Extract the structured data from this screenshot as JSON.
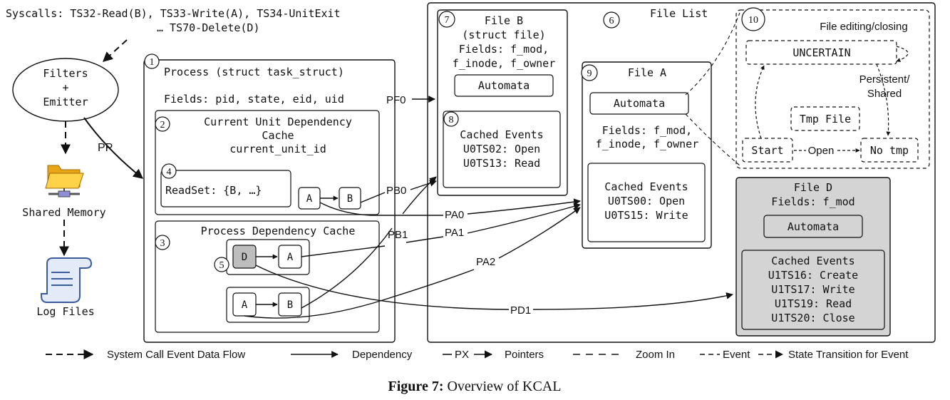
{
  "syscalls": {
    "line1": "Syscalls: TS32-Read(B), TS33-Write(A), TS34-UnitExit",
    "line2": "… TS70-Delete(D)"
  },
  "filters": {
    "line1": "Filters",
    "line2": "+",
    "line3": "Emitter"
  },
  "shared_memory": {
    "label": "Shared Memory",
    "icon": "folder-icon"
  },
  "log_files": {
    "label": "Log Files",
    "icon": "scroll-icon"
  },
  "process": {
    "num": "1",
    "title": "Process (struct task_struct)",
    "fields": "Fields: pid, state, eid, uid"
  },
  "unit_cache": {
    "num": "2",
    "line1": "Current Unit Dependency",
    "line2": "Cache",
    "line3": "current_unit_id"
  },
  "readset": {
    "num": "4",
    "text": "ReadSet: {B, …}"
  },
  "process_cache": {
    "num": "3",
    "title": "Process Dependency Cache"
  },
  "badge5": "5",
  "nodes": {
    "a": "A",
    "b": "B",
    "d": "D"
  },
  "file_list": {
    "num": "6",
    "title": "File List"
  },
  "file_b": {
    "num": "7",
    "line1": "File B",
    "line2": "(struct file)",
    "line3": "Fields: f_mod,",
    "line4": "f_inode, f_owner",
    "automata": "Automata",
    "cache_num": "8",
    "cache_title": "Cached Events",
    "events": [
      "U0TS02: Open",
      "U0TS13: Read"
    ]
  },
  "file_a": {
    "num": "9",
    "title": "File A",
    "automata": "Automata",
    "fields1": "Fields: f_mod,",
    "fields2": "f_inode, f_owner",
    "cache_title": "Cached Events",
    "events": [
      "U0TS00: Open",
      "U0TS15: Write"
    ]
  },
  "file_d": {
    "title": "File D",
    "fields": "Fields: f_mod",
    "automata": "Automata",
    "cache_title": "Cached Events",
    "events": [
      "U1TS16: Create",
      "U1TS17: Write",
      "U1TS19: Read",
      "U1TS20: Close"
    ]
  },
  "zoom": {
    "num": "10",
    "title": "File editing/closing",
    "uncertain": "UNCERTAIN",
    "persistent1": "Persistent/",
    "persistent2": "Shared",
    "tmp_file": "Tmp File",
    "start": "Start",
    "open": "Open",
    "no_tmp": "No tmp"
  },
  "edge_labels": {
    "pp": "PP",
    "pf0": "PF0",
    "pb0": "PB0",
    "pa0": "PA0",
    "pb1": "PB1",
    "pa1": "PA1",
    "pa2": "PA2",
    "pd1": "PD1"
  },
  "legend": {
    "syscall_flow": "System Call Event Data Flow",
    "dependency": "Dependency",
    "px": "PX",
    "pointers": "Pointers",
    "zoom_in": "Zoom In",
    "event": "Event",
    "state_transition": "State Transition for Event"
  },
  "caption": {
    "bold": "Figure 7:",
    "rest": "Overview of KCAL"
  },
  "colors": {
    "grey_fill": "#d4d4d4",
    "node_grey": "#bdbdbd",
    "stroke": "#111111"
  }
}
